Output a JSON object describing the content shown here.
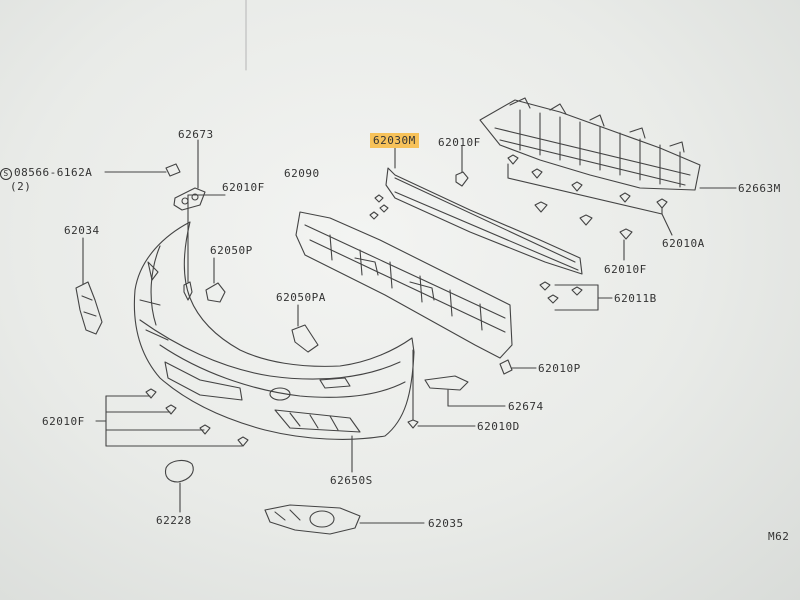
{
  "callouts": {
    "c62673": "62673",
    "c08566": "08566-6162A",
    "c08566_symbol": "S",
    "c08566_qty": "(2)",
    "c62034": "62034",
    "c62010F_a": "62010F",
    "c62090": "62090",
    "c62030M": "62030M",
    "c62010F_b": "62010F",
    "c62663M": "62663M",
    "c62050P": "62050P",
    "c62050PA": "62050PA",
    "c62010A": "62010A",
    "c62010F_c": "62010F",
    "c62011B": "62011B",
    "c62010P": "62010P",
    "c62674": "62674",
    "c62010F_d": "62010F",
    "c62010D": "62010D",
    "c62650S": "62650S",
    "c62228": "62228",
    "c62035": "62035",
    "corner": "M62"
  },
  "highlight_color": "#f7c25a"
}
